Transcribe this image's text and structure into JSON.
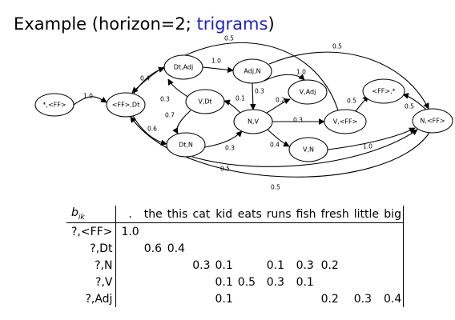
{
  "title": {
    "prefix": "Example (horizon=2; ",
    "highlight": "trigrams",
    "suffix": ")"
  },
  "colors": {
    "highlight": "#1f1fd0"
  },
  "diagram": {
    "nodes": [
      {
        "id": "start",
        "label": "*,<FF>"
      },
      {
        "id": "ff_dt",
        "label": "<FF>,Dt"
      },
      {
        "id": "dt_adj",
        "label": "Dt,Adj"
      },
      {
        "id": "adj_n",
        "label": "Adj,N"
      },
      {
        "id": "v_dt",
        "label": "V,Dt"
      },
      {
        "id": "v_adj",
        "label": "V,Adj"
      },
      {
        "id": "n_v",
        "label": "N,V"
      },
      {
        "id": "dt_n",
        "label": "Dt,N"
      },
      {
        "id": "v_n",
        "label": "V,N"
      },
      {
        "id": "v_ff",
        "label": "V,<FF>"
      },
      {
        "id": "ff_star",
        "label": "<FF>,*"
      },
      {
        "id": "n_ff",
        "label": "N,<FF>"
      }
    ],
    "edges": [
      {
        "from": "start",
        "to": "ff_dt",
        "label": "1.0"
      },
      {
        "from": "ff_dt",
        "to": "dt_adj",
        "label": "0.4"
      },
      {
        "from": "ff_dt",
        "to": "dt_n",
        "label": "0.6"
      },
      {
        "from": "dt_adj",
        "to": "adj_n",
        "label": "1.0"
      },
      {
        "from": "adj_n",
        "to": "n_v",
        "label": "0.3"
      },
      {
        "from": "adj_n",
        "to": "v_adj",
        "label": "1.0"
      },
      {
        "from": "adj_n",
        "to": "n_ff",
        "label": "0.5"
      },
      {
        "from": "v_dt",
        "to": "dt_adj",
        "label": "0.3"
      },
      {
        "from": "v_dt",
        "to": "dt_n",
        "label": "0.7"
      },
      {
        "from": "n_v",
        "to": "v_dt",
        "label": "0.1"
      },
      {
        "from": "n_v",
        "to": "v_adj",
        "label": "0.2"
      },
      {
        "from": "n_v",
        "to": "v_ff",
        "label": "0.3"
      },
      {
        "from": "n_v",
        "to": "v_n",
        "label": "0.4"
      },
      {
        "from": "dt_n",
        "to": "n_v",
        "label": "0.3"
      },
      {
        "from": "v_n",
        "to": "n_ff",
        "label": "1.0"
      },
      {
        "from": "v_ff",
        "to": "ff_dt",
        "label": "0.5"
      },
      {
        "from": "v_ff",
        "to": "ff_star",
        "label": "0.5"
      },
      {
        "from": "n_ff",
        "to": "ff_star",
        "label": "0.5"
      },
      {
        "from": "dt_n",
        "to": "n_ff",
        "label": "0.5"
      },
      {
        "from": "n_ff",
        "to": "ff_dt",
        "label": "0.5"
      }
    ]
  },
  "table": {
    "corner": "b",
    "corner_sub": "ik",
    "columns": [
      ".",
      "the",
      "this",
      "cat",
      "kid",
      "eats",
      "runs",
      "fish",
      "fresh",
      "little",
      "big"
    ],
    "rows": [
      {
        "label": "?,<FF>",
        "cells": [
          "1.0",
          "",
          "",
          "",
          "",
          "",
          "",
          "",
          "",
          "",
          ""
        ]
      },
      {
        "label": "?,Dt",
        "cells": [
          "",
          "0.6",
          "0.4",
          "",
          "",
          "",
          "",
          "",
          "",
          "",
          ""
        ]
      },
      {
        "label": "?,N",
        "cells": [
          "",
          "",
          "",
          "0.3",
          "0.1",
          "",
          "0.1",
          "0.3",
          "0.2",
          "",
          ""
        ]
      },
      {
        "label": "?,V",
        "cells": [
          "",
          "",
          "",
          "",
          "0.1",
          "0.5",
          "0.3",
          "0.1",
          "",
          "",
          ""
        ]
      },
      {
        "label": "?,Adj",
        "cells": [
          "",
          "",
          "",
          "",
          "0.1",
          "",
          "",
          "",
          "0.2",
          "0.3",
          "0.4"
        ]
      }
    ]
  }
}
